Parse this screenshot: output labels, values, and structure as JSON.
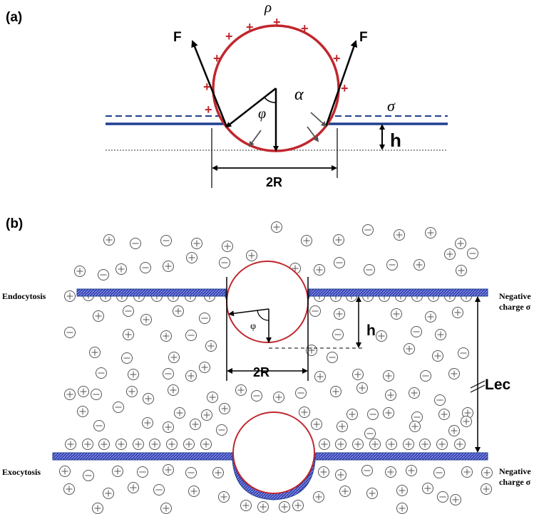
{
  "panel_a": {
    "label": "(a)",
    "force_left": "F",
    "force_right": "F",
    "rho": "ρ",
    "alpha": "α",
    "phi": "φ",
    "sigma": "σ",
    "h": "h",
    "diameter": "2R",
    "plus_sign": "+"
  },
  "panel_b": {
    "label": "(b)",
    "endocytosis": "Endocytosis",
    "exocytosis": "Exocytosis",
    "negative_charge_top": [
      "Negative",
      "charge σ"
    ],
    "negative_charge_bottom": [
      "Negative",
      "charge σ"
    ],
    "phi": "φ",
    "h": "h",
    "diameter": "2R",
    "lec": "Lec"
  },
  "colors": {
    "vesicle": "#c0272d",
    "membrane": "#1f3f8f",
    "membrane_hatch": "#2e3fb0",
    "plus": "#c0272d",
    "ion_stroke": "#555555"
  }
}
